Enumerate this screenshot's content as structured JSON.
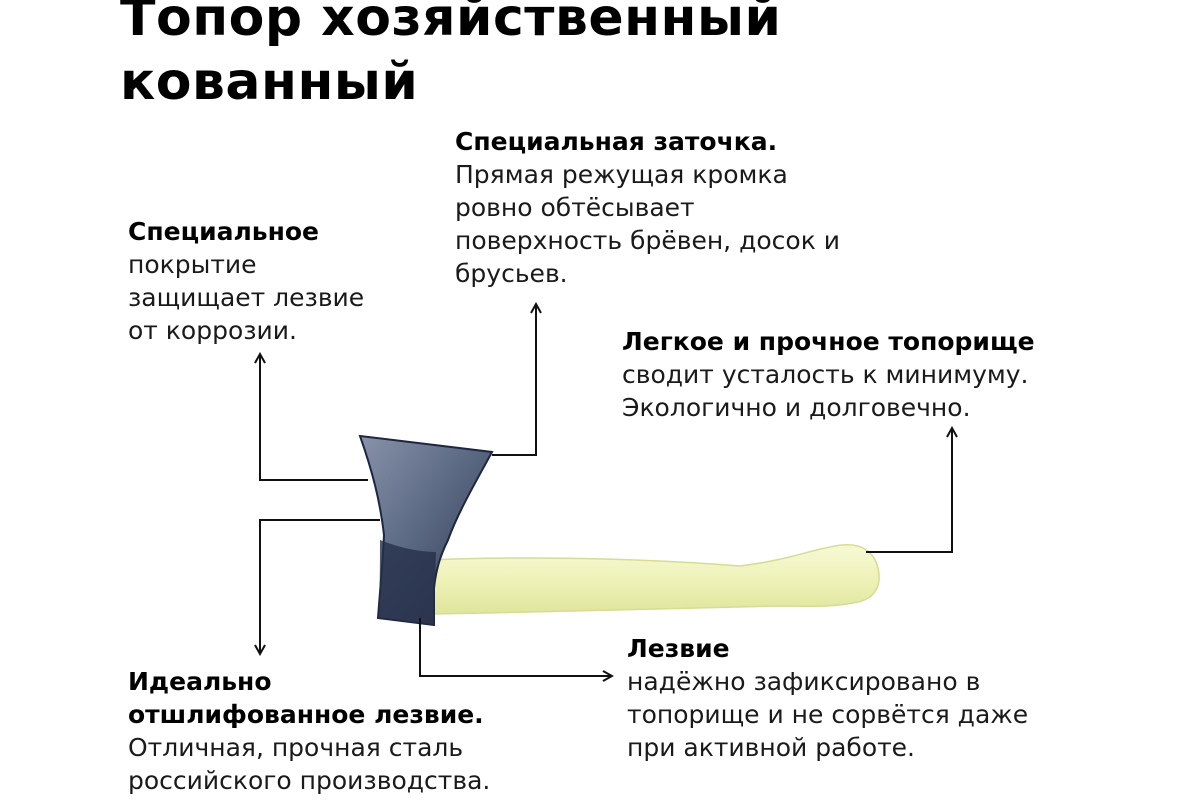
{
  "title": {
    "line1": "Топор хозяйственный",
    "line2": "кованный"
  },
  "features": {
    "coating": {
      "title": "Специальное",
      "lines": [
        "покрытие",
        "защищает лезвие",
        "от коррозии."
      ]
    },
    "sharpening": {
      "title": "Специальная заточка.",
      "lines": [
        "Прямая режущая кромка",
        "ровно обтёсывает",
        "поверхность брёвен, досок и",
        "брусьев."
      ]
    },
    "handle": {
      "title": "Легкое и прочное топорище",
      "lines": [
        "сводит усталость к минимуму.",
        "Экологично и долговечно."
      ]
    },
    "polished_blade": {
      "title_lines": [
        "Идеально",
        "отшлифованное лезвие."
      ],
      "lines": [
        "Отличная, прочная сталь",
        "российского производства."
      ]
    },
    "blade": {
      "title": "Лезвие",
      "lines": [
        "надёжно зафиксировано в",
        "топорище и не сорвётся даже",
        "при активной работе."
      ]
    }
  },
  "colors": {
    "text": "#111111",
    "line": "#111111",
    "blade_dark": "#2e3a52",
    "blade_light": "#7d8aa3",
    "handle": "#f2f5c4"
  }
}
